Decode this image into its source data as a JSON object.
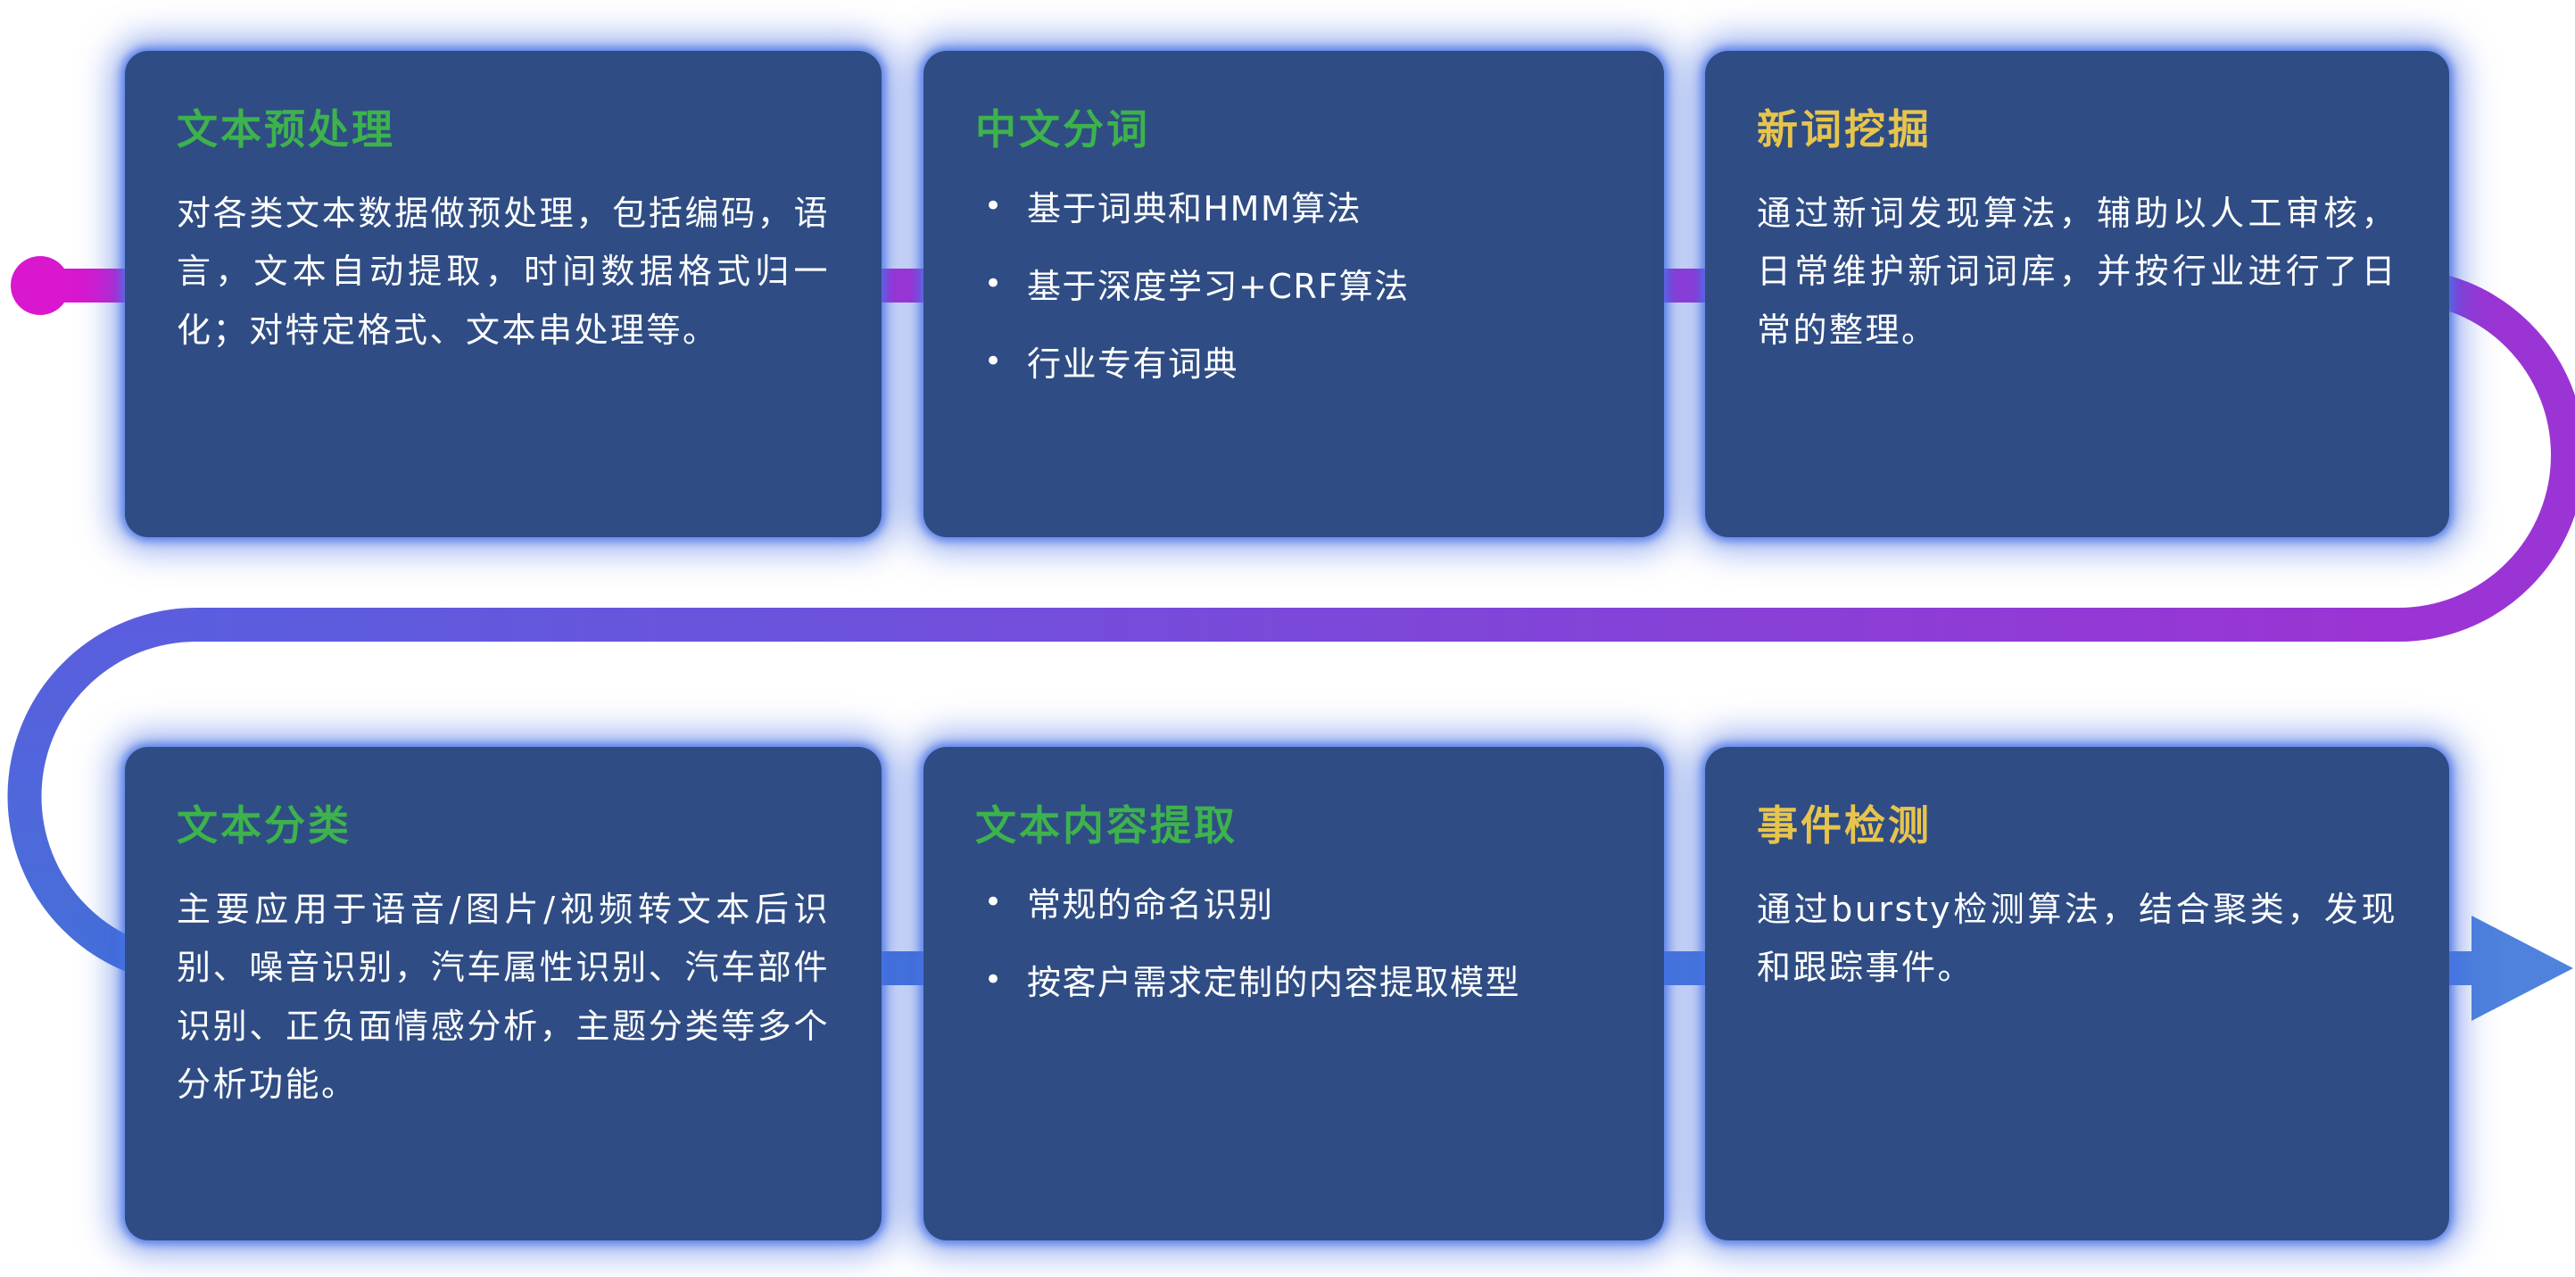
{
  "palette": {
    "card_bg": "#2f4d84",
    "card_glow": "#4a74e8",
    "title_green": "#3db24d",
    "title_yellow": "#e7c44d",
    "body_text": "#ffffff",
    "flow_magenta": "#d817cf",
    "flow_purple": "#9b34d4",
    "flow_violet": "#5a5ede",
    "flow_blue": "#4570d8",
    "flow_blue_end": "#4e82dd"
  },
  "flow": {
    "start_marker": "magenta-dot",
    "end_marker": "blue-arrow-right"
  },
  "cards": [
    {
      "title": "文本预处理",
      "title_color": "green",
      "body": "对各类文本数据做预处理，包括编码，语言，文本自动提取，时间数据格式归一化；对特定格式、文本串处理等。",
      "bullets": []
    },
    {
      "title": "中文分词",
      "title_color": "green",
      "body": "",
      "bullets": [
        "基于词典和HMM算法",
        "基于深度学习+CRF算法",
        "行业专有词典"
      ]
    },
    {
      "title": "新词挖掘",
      "title_color": "yellow",
      "body": "通过新词发现算法，辅助以人工审核，日常维护新词词库，并按行业进行了日常的整理。",
      "bullets": []
    },
    {
      "title": "文本分类",
      "title_color": "green",
      "body": "主要应用于语音/图片/视频转文本后识别、噪音识别，汽车属性识别、汽车部件识别、正负面情感分析，主题分类等多个分析功能。",
      "bullets": []
    },
    {
      "title": "文本内容提取",
      "title_color": "green",
      "body": "",
      "bullets": [
        "常规的命名识别",
        "按客户需求定制的内容提取模型"
      ]
    },
    {
      "title": "事件检测",
      "title_color": "yellow",
      "body": "通过bursty检测算法，结合聚类，发现和跟踪事件。",
      "bullets": []
    }
  ]
}
